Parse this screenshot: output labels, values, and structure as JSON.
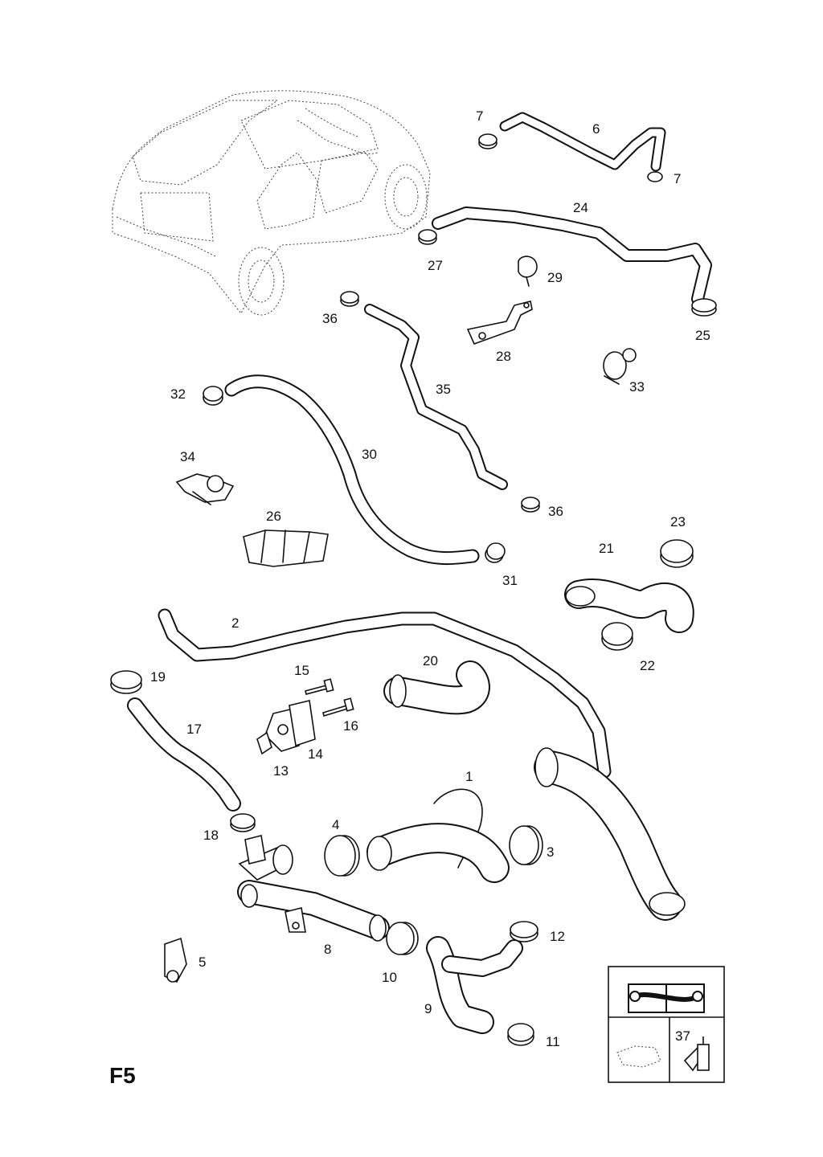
{
  "page": {
    "code": "F5"
  },
  "icons": {
    "car": "car-outline-icon",
    "manual": "workshop-manual-icon",
    "sealant": "sealant-tube-icon",
    "legend_thumb": "component-thumbnail-icon"
  },
  "parts": [
    {
      "id": "p1",
      "label": "1"
    },
    {
      "id": "p2",
      "label": "2"
    },
    {
      "id": "p3",
      "label": "3"
    },
    {
      "id": "p4",
      "label": "4"
    },
    {
      "id": "p5",
      "label": "5"
    },
    {
      "id": "p6",
      "label": "6"
    },
    {
      "id": "p7a",
      "label": "7"
    },
    {
      "id": "p7b",
      "label": "7"
    },
    {
      "id": "p8",
      "label": "8"
    },
    {
      "id": "p9",
      "label": "9"
    },
    {
      "id": "p10",
      "label": "10"
    },
    {
      "id": "p11",
      "label": "11"
    },
    {
      "id": "p12",
      "label": "12"
    },
    {
      "id": "p13",
      "label": "13"
    },
    {
      "id": "p14",
      "label": "14"
    },
    {
      "id": "p15",
      "label": "15"
    },
    {
      "id": "p16",
      "label": "16"
    },
    {
      "id": "p17",
      "label": "17"
    },
    {
      "id": "p18",
      "label": "18"
    },
    {
      "id": "p19",
      "label": "19"
    },
    {
      "id": "p20",
      "label": "20"
    },
    {
      "id": "p21",
      "label": "21"
    },
    {
      "id": "p22",
      "label": "22"
    },
    {
      "id": "p23",
      "label": "23"
    },
    {
      "id": "p24",
      "label": "24"
    },
    {
      "id": "p25",
      "label": "25"
    },
    {
      "id": "p26",
      "label": "26"
    },
    {
      "id": "p27",
      "label": "27"
    },
    {
      "id": "p28",
      "label": "28"
    },
    {
      "id": "p29",
      "label": "29"
    },
    {
      "id": "p30",
      "label": "30"
    },
    {
      "id": "p31",
      "label": "31"
    },
    {
      "id": "p32",
      "label": "32"
    },
    {
      "id": "p33",
      "label": "33"
    },
    {
      "id": "p34",
      "label": "34"
    },
    {
      "id": "p35",
      "label": "35"
    },
    {
      "id": "p36a",
      "label": "36"
    },
    {
      "id": "p36b",
      "label": "36"
    },
    {
      "id": "p37",
      "label": "37"
    }
  ]
}
